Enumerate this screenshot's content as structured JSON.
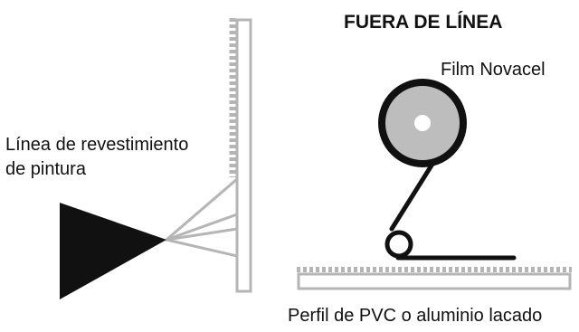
{
  "title": "FUERA DE LÍNEA",
  "labels": {
    "paint_line_1": "Línea de revestimiento",
    "paint_line_2": "de pintura",
    "film": "Film Novacel",
    "profile": "Perfil de PVC o aluminio lacado"
  },
  "colors": {
    "ink": "#111111",
    "gray_fill": "#bdbdbd",
    "light_stroke": "#b5b5b5",
    "white": "#ffffff"
  },
  "icons": {
    "spray_nozzle": "spray-nozzle-icon",
    "film_roll": "film-roll-icon"
  }
}
